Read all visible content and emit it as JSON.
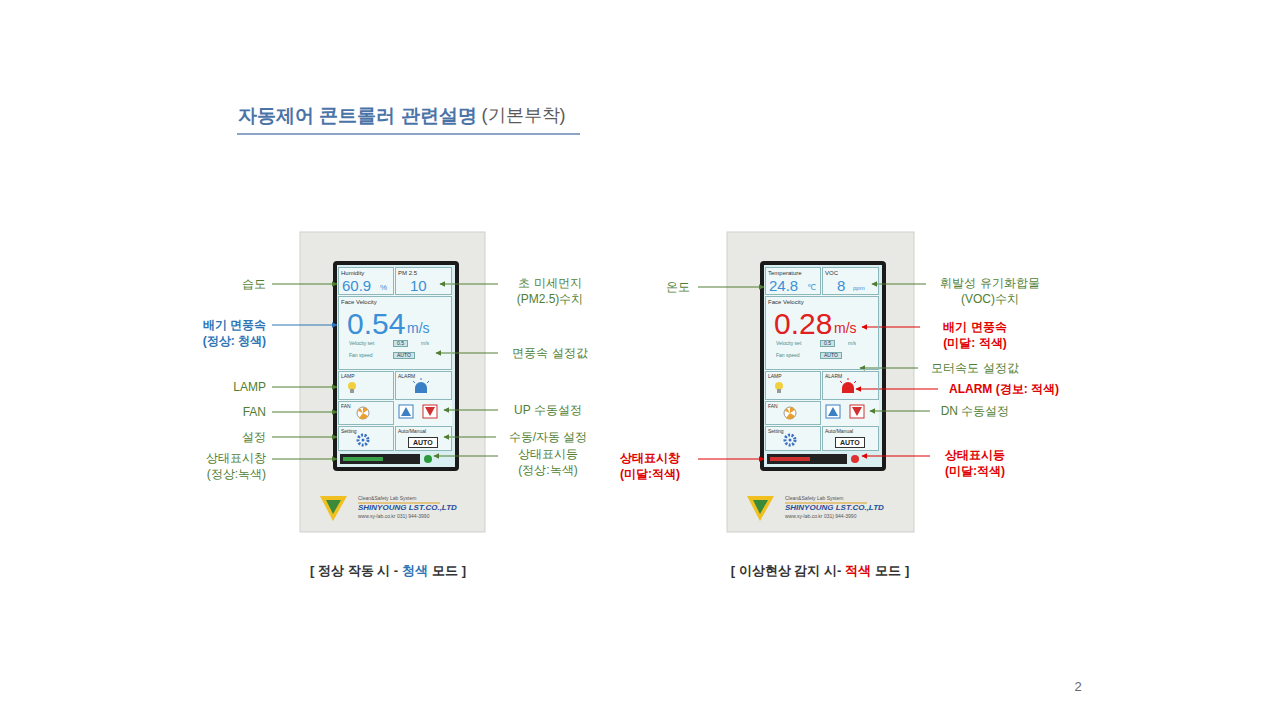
{
  "diagram": {
    "title": "자동제어 콘트롤러 관련설명",
    "nodes": [
      {
        "text": [
          "Humidity",
          "60.9",
          "%"
        ]
      },
      {
        "text": [
          "PM 2.5",
          "10"
        ]
      },
      {
        "text": [
          "Face Velocity",
          "0.54",
          "m/s",
          "Velocity set",
          "0.5",
          "m/s",
          "Fan speed",
          "AUTO"
        ]
      },
      {
        "text": [
          "LAMP"
        ]
      },
      {
        "text": [
          "ALARM"
        ]
      },
      {
        "text": [
          "FAN"
        ]
      },
      {
        "text": [
          "Setting"
        ]
      },
      {
        "text": [
          "Auto/Manual",
          "AUTO"
        ]
      },
      {
        "text": [
          "Temperature",
          "24.8",
          "℃"
        ]
      },
      {
        "text": [
          "VOC",
          "8",
          "ppm"
        ]
      },
      {
        "text": [
          "Face Velocity",
          "0.28",
          "m/s",
          "Velocity set",
          "0.5",
          "m/s",
          "Fan speed",
          "AUTO"
        ]
      },
      {
        "text": [
          "LAMP"
        ]
      },
      {
        "text": [
          "ALARM"
        ]
      },
      {
        "text": [
          "FAN"
        ]
      },
      {
        "text": [
          "Setting"
        ]
      },
      {
        "text": [
          "Auto/Manual",
          "AUTO"
        ]
      }
    ],
    "labels": [
      "(기본부착)",
      "습도",
      "배기 면풍속",
      "(정상: 청색)",
      "LAMP",
      "FAN",
      "설정",
      "상태표시창",
      "(정상:녹색)",
      "초 미세먼지",
      "(PM2.5)수치",
      "면풍속 설정값",
      "UP 수동설정",
      "수동/자동 설정",
      "상태표시등",
      "(정상:녹색)",
      "온도",
      "상태표시창",
      "(미달:적색)",
      "휘발성 유기화합물",
      "(VOC)수치",
      "배기 면풍속",
      "(미달: 적색)",
      "모터속도 설정값",
      "ALARM (경보: 적색)",
      "DN 수동설정",
      "상태표시등",
      "(미달:적색)",
      "Clean&Safety Lab System",
      "SHINYOUNG LST.CO.,LTD",
      "www.sy-lab.co.kr  031) 944-3990",
      "Clean&Safety Lab System",
      "SHINYOUNG LST.CO.,LTD",
      "www.sy-lab.co.kr  031) 944-3990",
      "[ 정상 작동 시 -",
      "청색",
      "모드 ]",
      "[ 이상현상 감지 시-",
      "적색",
      "모드 ]",
      "2"
    ]
  }
}
